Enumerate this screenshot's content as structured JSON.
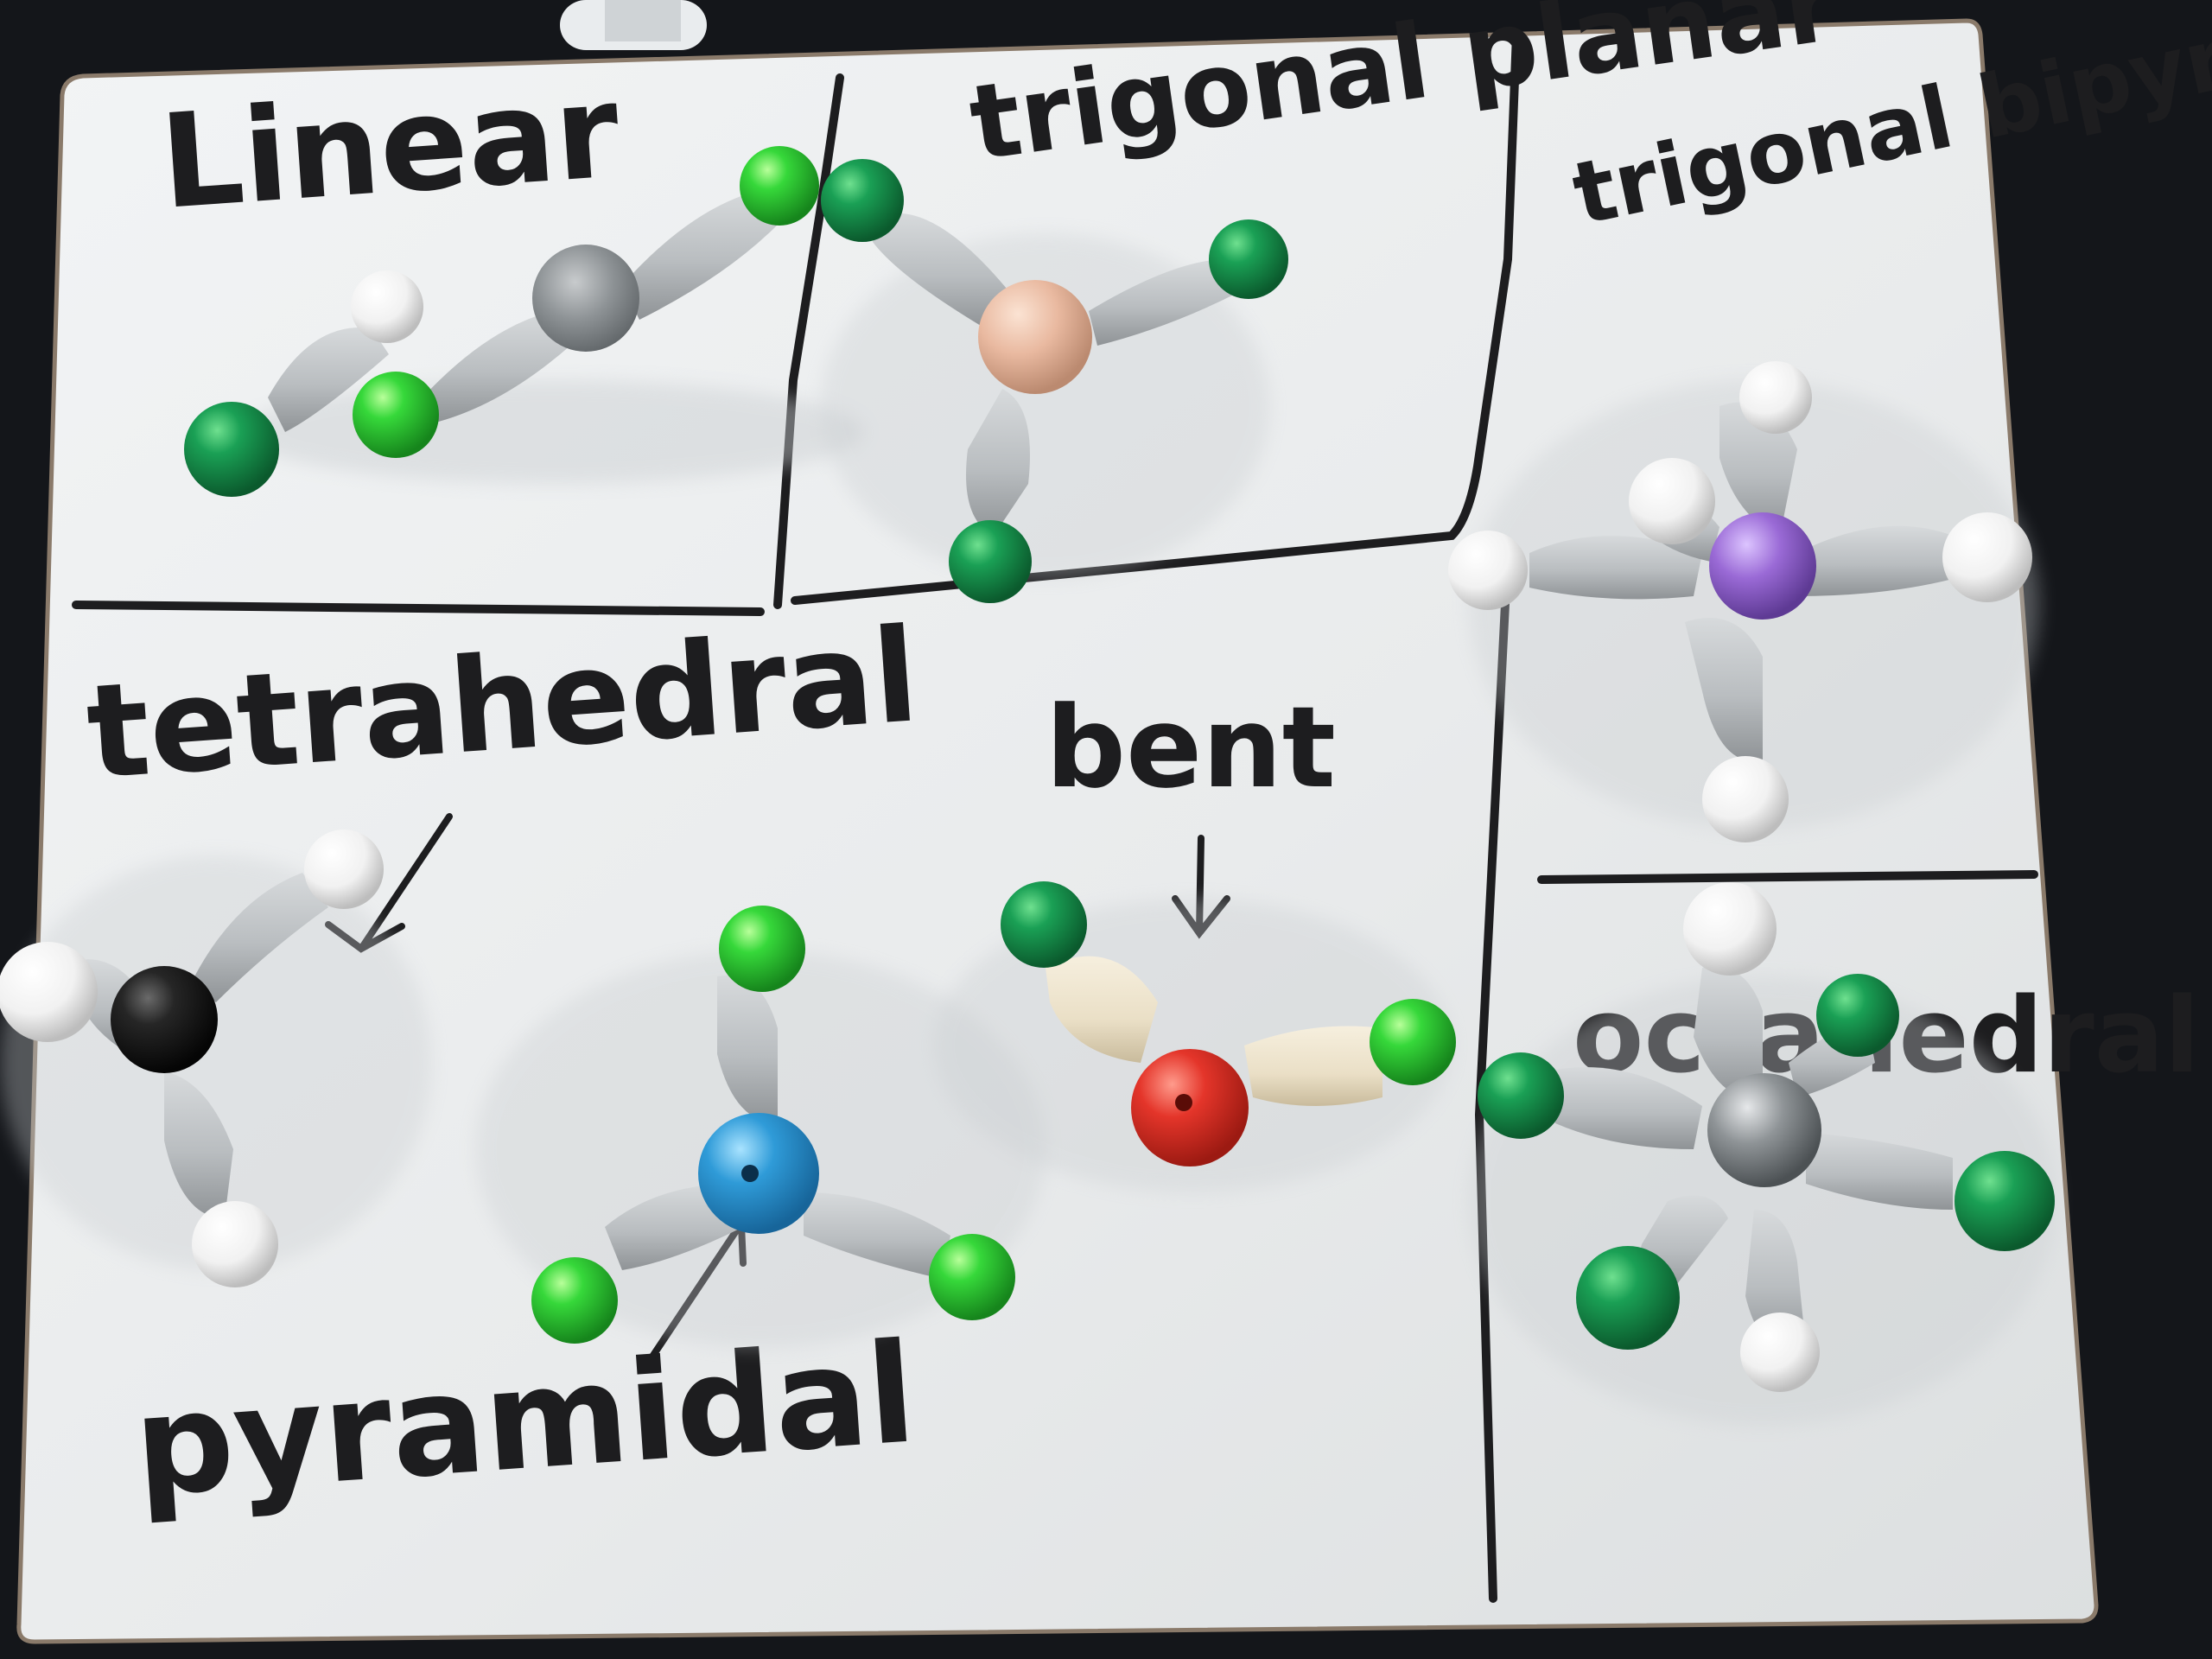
{
  "labels": {
    "linear": "Linear",
    "trigonal_planar": "trigonal planar",
    "trigonal_bipyramidal": "trigonal bipyramidal",
    "tetrahedral": "tetrahedral",
    "bent": "bent",
    "pyramidal": "pyramidal",
    "octahedral": "octahedral"
  },
  "colors": {
    "background": "#14161a",
    "whiteboard": "#eceeef",
    "marker": "#1d1d1f",
    "bond": "#b9bdc0",
    "atom_green_dark": "#138a4a",
    "atom_green_light": "#2fd236",
    "atom_white": "#f4f4f4",
    "atom_black": "#1c1c1c",
    "atom_blue": "#2f9bd8",
    "atom_red": "#e4352a",
    "atom_peach": "#e9b9a0",
    "atom_purple": "#9a6ad6",
    "atom_grey_central": "#8f9497",
    "bond_wood": "#eadfc6"
  }
}
